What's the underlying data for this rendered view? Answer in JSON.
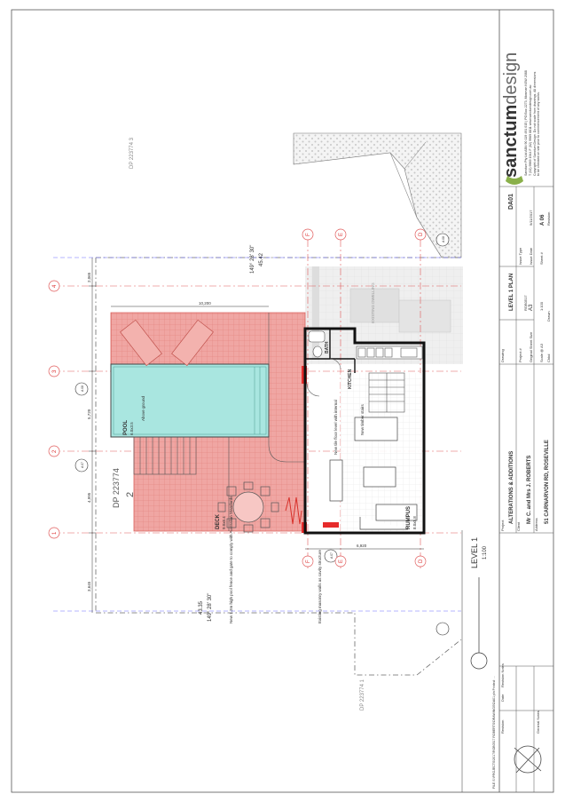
{
  "logo": {
    "brand_bold": "sanctum",
    "brand_light": "design"
  },
  "firm": {
    "line1": "Sanctum Pty Ltd ABN 90 119 491 015 | PO Box 2273, Mosman NSW 2088",
    "line2": "T (02) 9969 1944  F (02) 9969 8811  www.sanctumdesign.com.au",
    "line3": "Copyright of Sanctum Design. Do not scale from drawings. All dimensions",
    "line4": "to be checked on site prior to commencement of any works."
  },
  "titleblock": {
    "project_label": "Project",
    "project": "ALTERATIONS & ADDITIONS",
    "client_label": "Client",
    "client": "Mr C. and Mrs J. ROBERTS",
    "address_label": "Address",
    "address": "51 CARNARVON RD, ROSEVILLE",
    "drawing_label": "Drawing",
    "drawing": "LEVEL 1 PLAN",
    "project_no_label": "Project #",
    "project_no": "ROB0517",
    "sheet_size_label": "Original Sheet Size",
    "sheet_size": "A3",
    "scale_label": "Scale @ A3",
    "scale": "1:100",
    "checked_label": "Chkd",
    "drawn_label": "Drawn",
    "issue_type_label": "Issue Type",
    "issue_date_label": "Issue Date",
    "issue_date": "9/11/2017",
    "sheet_no_label": "Sheet #",
    "sheet_no": "A 06",
    "revision_label": "Revision",
    "dwg_no": "DA01"
  },
  "revisions": {
    "rev_label": "Revision",
    "date_label": "Date",
    "notes_label": "Revision Notes",
    "general_notes_label": "General Notes"
  },
  "filepath": "FILE S:\\PROJECTS\\2017\\ROB0517 ROBERTS\\DRAWINGS\\DA01.pln  Printed: ...",
  "plan": {
    "rooms": {
      "pool": "POOL",
      "pool_area": "6.0x3.5",
      "deck": "DECK",
      "deck_area": "9.0x6.4",
      "bath": "BATH",
      "kitchen": "KITCHEN",
      "rumpus": "RUMPUS",
      "rumpus_area": "8.0x5.8"
    },
    "pool_note": "Above ground",
    "notes": {
      "fence": "New 1.2m high pool fence and gate to comply with Australian Standards",
      "masonry": "Existing masonry walls as cavity structure",
      "floor": "New tile floor level with internal",
      "void": "New timber stairs"
    },
    "lot": {
      "lot": "2",
      "dp": "DP 223774"
    },
    "neighbours": {
      "top": "DP 223774 3",
      "bottom": "DP 223774 1"
    },
    "bearings": {
      "top": "149° 28' 30\"",
      "top_len": "45.42",
      "bottom": "149° 28' 30\"",
      "bottom_len": "43.35"
    },
    "grid_numbers": [
      "1",
      "2",
      "3",
      "4"
    ],
    "grid_letters": [
      "D",
      "E",
      "F"
    ],
    "dims": {
      "d1": "3,645",
      "d2": "4,995",
      "d3": "5,720",
      "d4": "2,065",
      "pool_len": "10,200",
      "house_w": "6,920"
    },
    "markers": [
      "A 08",
      "A 07",
      "A 07",
      "A 08"
    ],
    "level": {
      "label": "LEVEL 1",
      "scale": "1:100"
    },
    "existing_label": "EXISTING DWELLING"
  }
}
